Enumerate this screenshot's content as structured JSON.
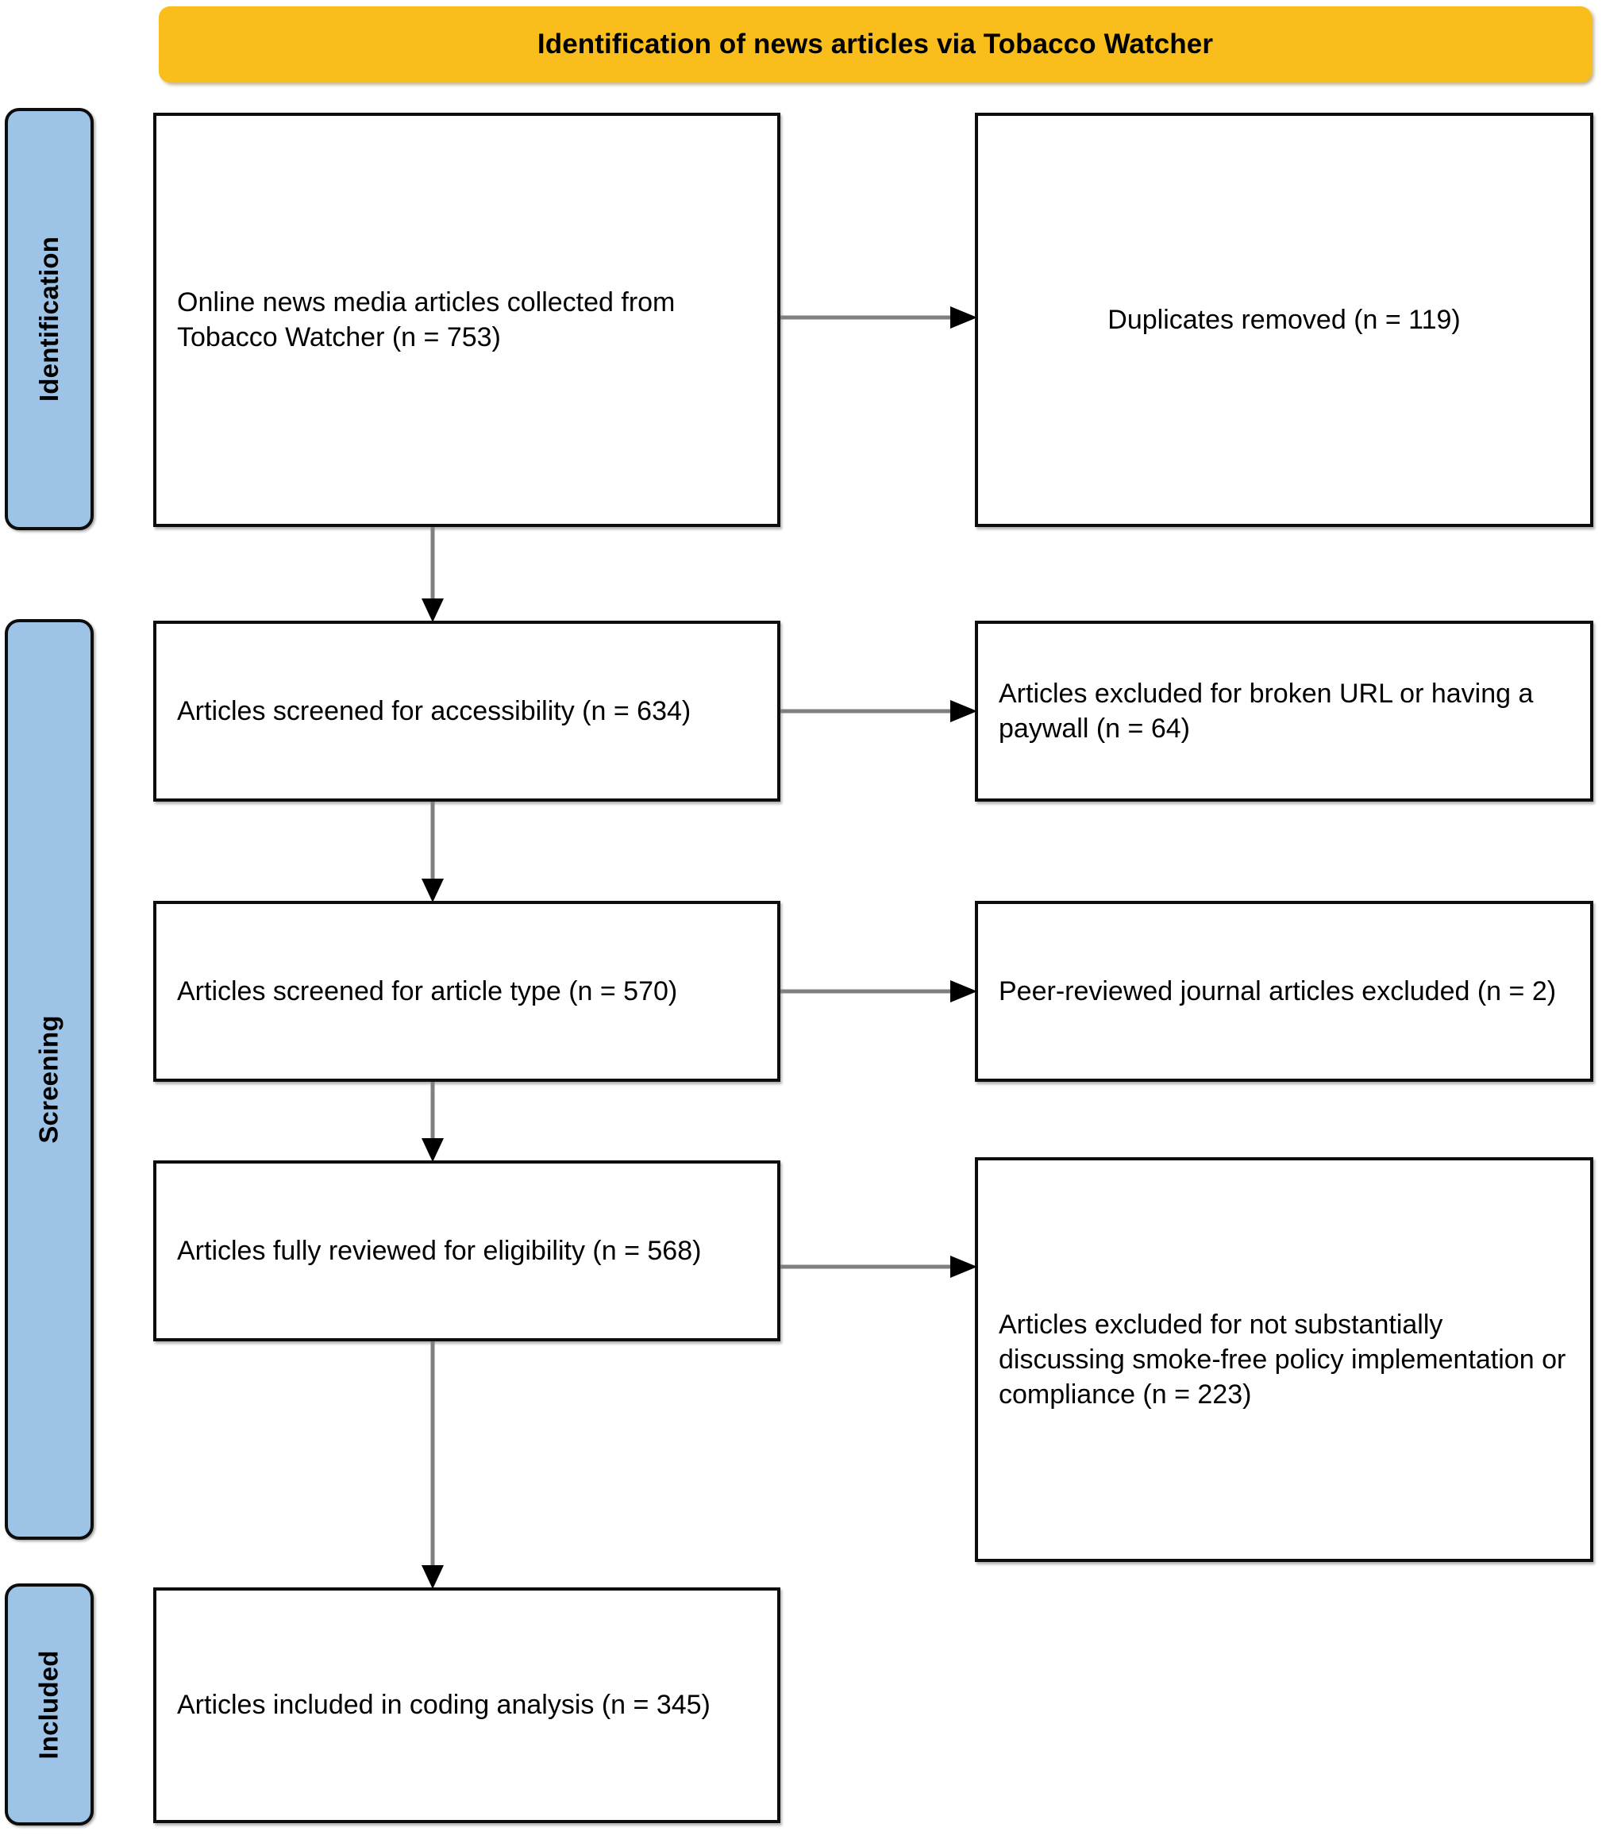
{
  "header": {
    "title": "Identification of news articles via Tobacco Watcher"
  },
  "colors": {
    "header_background": "#F9BE1B",
    "stage_bar_background": "#9DC3E6",
    "box_border": "#0D0D0D",
    "box_background": "#FFFFFF",
    "connector_line": "#7F7F7F",
    "arrowhead": "#000000",
    "text": "#000000"
  },
  "stages": [
    {
      "id": "identification",
      "label": "Identification"
    },
    {
      "id": "screening",
      "label": "Screening"
    },
    {
      "id": "included",
      "label": "Included"
    }
  ],
  "boxes": {
    "collected": {
      "text": "Online news media articles collected from Tobacco Watcher (n = 753)",
      "n": 753
    },
    "duplicates": {
      "text": "Duplicates removed (n = 119)",
      "n": 119
    },
    "accessible": {
      "text": "Articles screened for accessibility (n = 634)",
      "n": 634
    },
    "brokenurl": {
      "text": "Articles excluded for broken URL or having a paywall (n = 64)",
      "n": 64
    },
    "articletype": {
      "text": "Articles screened for article type (n = 570)",
      "n": 570
    },
    "peerreviewed": {
      "text": "Peer-reviewed journal articles excluded (n = 2)",
      "n": 2
    },
    "eligibility": {
      "text": "Articles fully reviewed for eligibility (n = 568)",
      "n": 568
    },
    "notdiscuss": {
      "text": "Articles excluded for not substantially discussing smoke-free policy implementation or compliance (n = 223)",
      "n": 223
    },
    "included": {
      "text": "Articles included in coding analysis (n = 345)",
      "n": 345
    }
  },
  "chart_data": {
    "type": "flowchart",
    "title": "Identification of news articles via Tobacco Watcher",
    "diagram_standard": "PRISMA",
    "stages": [
      "Identification",
      "Screening",
      "Included"
    ],
    "nodes": [
      {
        "id": "collected",
        "stage": "Identification",
        "column": "left",
        "label": "Online news media articles collected from Tobacco Watcher",
        "n": 753
      },
      {
        "id": "duplicates",
        "stage": "Identification",
        "column": "right",
        "label": "Duplicates removed",
        "n": 119
      },
      {
        "id": "accessible",
        "stage": "Screening",
        "column": "left",
        "label": "Articles screened for accessibility",
        "n": 634
      },
      {
        "id": "brokenurl",
        "stage": "Screening",
        "column": "right",
        "label": "Articles excluded for broken URL or having a paywall",
        "n": 64
      },
      {
        "id": "articletype",
        "stage": "Screening",
        "column": "left",
        "label": "Articles screened for article type",
        "n": 570
      },
      {
        "id": "peerreviewed",
        "stage": "Screening",
        "column": "right",
        "label": "Peer-reviewed journal articles excluded",
        "n": 2
      },
      {
        "id": "eligibility",
        "stage": "Screening",
        "column": "left",
        "label": "Articles fully reviewed for eligibility",
        "n": 568
      },
      {
        "id": "notdiscuss",
        "stage": "Screening",
        "column": "right",
        "label": "Articles excluded for not substantially discussing smoke-free policy implementation or compliance",
        "n": 223
      },
      {
        "id": "included",
        "stage": "Included",
        "column": "left",
        "label": "Articles included in coding analysis",
        "n": 345
      }
    ],
    "edges": [
      {
        "from": "collected",
        "to": "duplicates",
        "direction": "horizontal"
      },
      {
        "from": "collected",
        "to": "accessible",
        "direction": "vertical"
      },
      {
        "from": "accessible",
        "to": "brokenurl",
        "direction": "horizontal"
      },
      {
        "from": "accessible",
        "to": "articletype",
        "direction": "vertical"
      },
      {
        "from": "articletype",
        "to": "peerreviewed",
        "direction": "horizontal"
      },
      {
        "from": "articletype",
        "to": "eligibility",
        "direction": "vertical"
      },
      {
        "from": "eligibility",
        "to": "notdiscuss",
        "direction": "horizontal"
      },
      {
        "from": "eligibility",
        "to": "included",
        "direction": "vertical"
      }
    ]
  }
}
